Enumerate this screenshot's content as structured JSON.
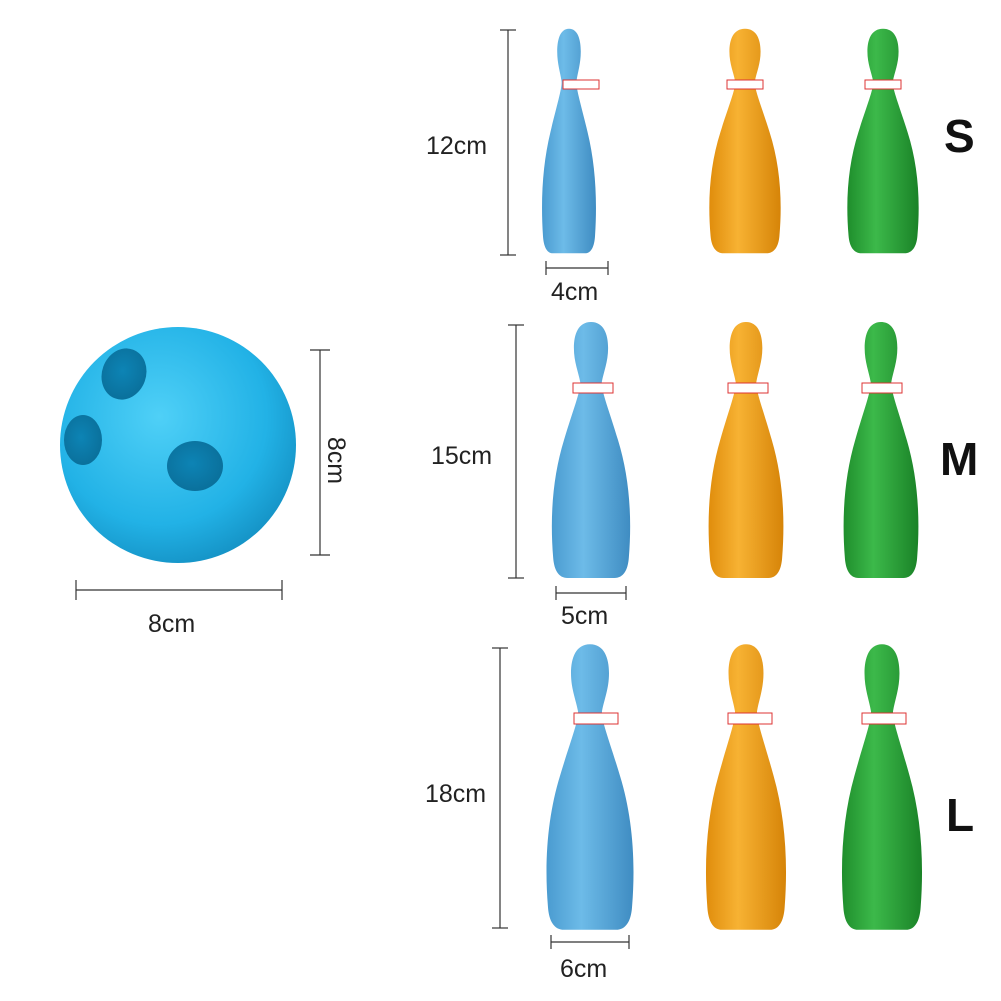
{
  "ball": {
    "color": "#22b2e6",
    "width_label": "8cm",
    "height_label": "8cm"
  },
  "pin_colors": {
    "blue": "#5aaee0",
    "orange": "#f2a11c",
    "green": "#2aa33a"
  },
  "rows": [
    {
      "size": "S",
      "height_label": "12cm",
      "width_label": "4cm"
    },
    {
      "size": "M",
      "height_label": "15cm",
      "width_label": "5cm"
    },
    {
      "size": "L",
      "height_label": "18cm",
      "width_label": "6cm"
    }
  ]
}
